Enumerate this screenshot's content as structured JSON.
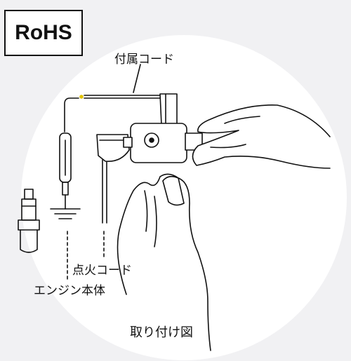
{
  "badge": {
    "text": "RoHS"
  },
  "labels": {
    "accessory_cord": "付属コード",
    "ignition_cord": "点火コード",
    "engine_body": "エンジン本体",
    "caption": "取り付け図"
  },
  "colors": {
    "background": "#f1f1f3",
    "circle": "#ffffff",
    "ink": "#111111",
    "accent_tip": "#e0c200"
  }
}
